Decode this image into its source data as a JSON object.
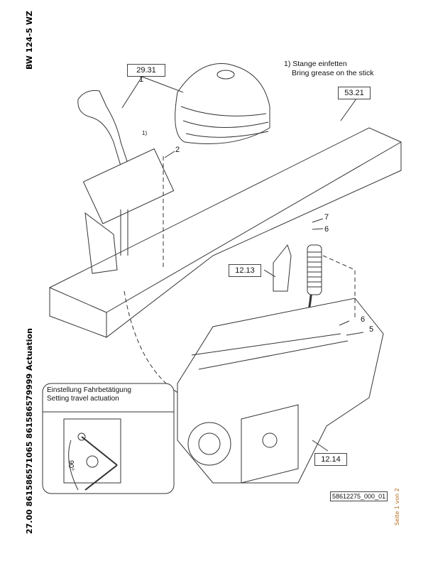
{
  "header": {
    "model": "BW 124-5 WZ"
  },
  "footer": {
    "section_title": "27.00 861586571065 861586579999 Actuation",
    "page_label": "Seite 1 von 2"
  },
  "note": {
    "line1": "1) Stange einfetten",
    "line2": "Bring grease on the stick"
  },
  "references": {
    "ref_boot": "29.31",
    "ref_cover": "53.21",
    "ref_bracket": "12.13",
    "ref_pump": "12.14"
  },
  "callouts": {
    "c1": "1",
    "c1_note": "1)",
    "c2": "2",
    "c5": "5",
    "c6a": "6",
    "c6b": "6",
    "c7": "7"
  },
  "inset": {
    "title_de": "Einstellung Fahrbetätigung",
    "title_en": "Setting travel actuation",
    "angle_label": "90°"
  },
  "drawing_id": "58612275_000_01"
}
